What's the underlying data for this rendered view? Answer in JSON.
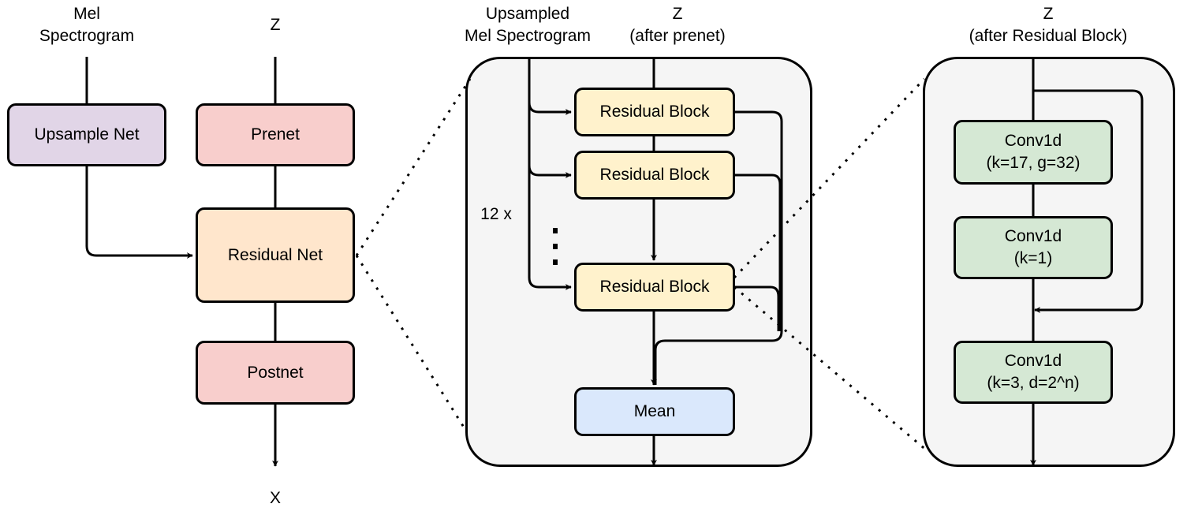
{
  "left": {
    "input_mel_line1": "Mel",
    "input_mel_line2": "Spectrogram",
    "input_z": "Z",
    "upsample_net": "Upsample Net",
    "prenet": "Prenet",
    "residual_net": "Residual Net",
    "postnet": "Postnet",
    "output_x": "X"
  },
  "middle": {
    "input_upsampled_line1": "Upsampled",
    "input_upsampled_line2": "Mel Spectrogram",
    "input_z_line1": "Z",
    "input_z_line2": "(after prenet)",
    "residual_block_1": "Residual Block",
    "residual_block_2": "Residual Block",
    "residual_block_3": "Residual Block",
    "repeat_label": "12 x",
    "mean": "Mean"
  },
  "right": {
    "input_z_line1": "Z",
    "input_z_line2": "(after Residual Block)",
    "conv1_line1": "Conv1d",
    "conv1_line2": "(k=17, g=32)",
    "conv2_line1": "Conv1d",
    "conv2_line2": "(k=1)",
    "conv3_line1": "Conv1d",
    "conv3_line2": "(k=3, d=2^n)"
  }
}
